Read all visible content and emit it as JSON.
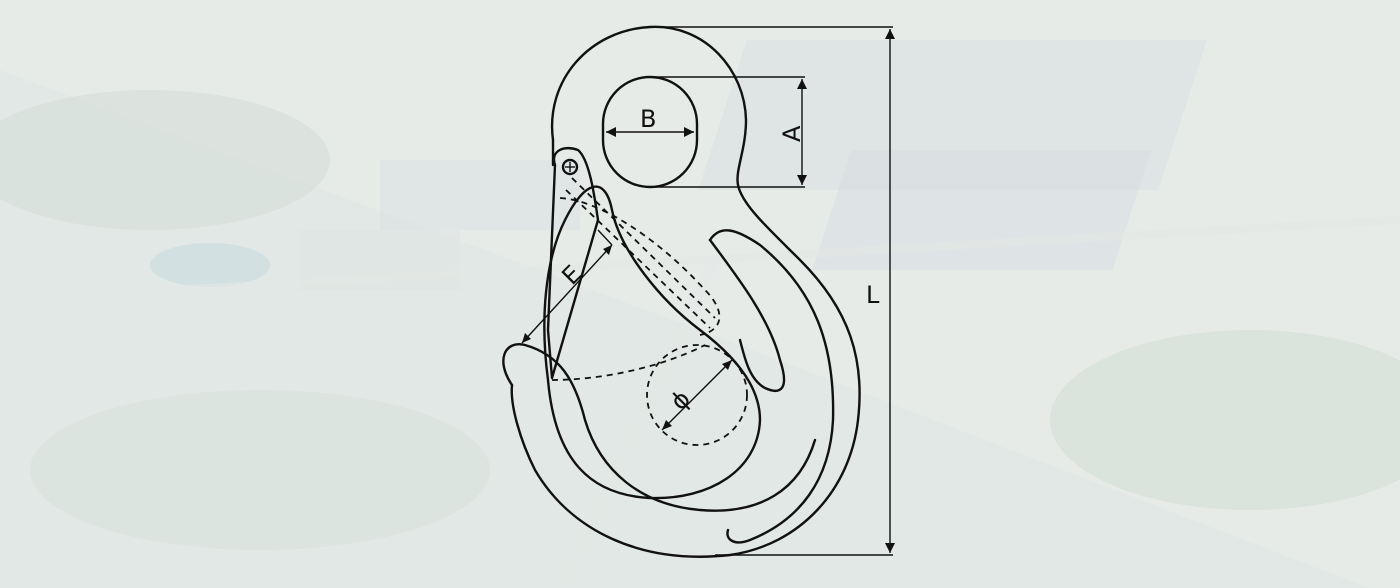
{
  "diagram": {
    "labels": {
      "A": "A",
      "B": "B",
      "E": "E",
      "L": "L",
      "phi": "ϕ"
    }
  },
  "colors": {
    "line": "#111111",
    "background": "#e9edeb"
  }
}
